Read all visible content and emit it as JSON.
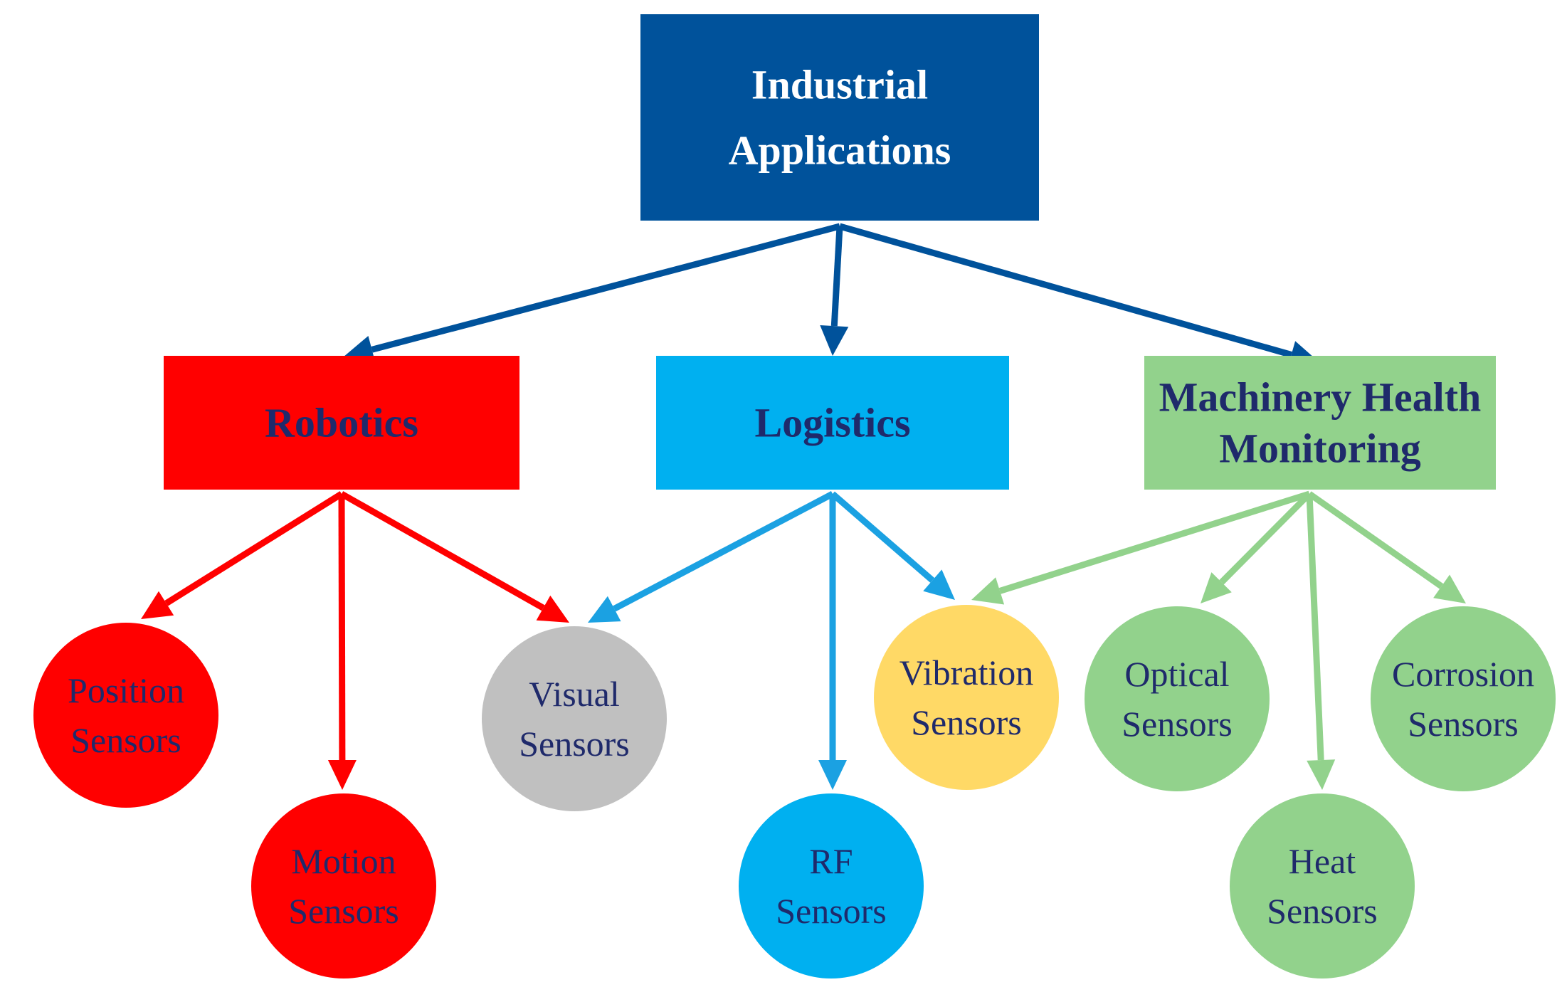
{
  "root": {
    "lines": [
      "Industrial",
      "Applications"
    ],
    "fill": "#00529B",
    "text_color": "#FFFFFF"
  },
  "categories": [
    {
      "id": "robotics",
      "lines": [
        "Robotics"
      ],
      "fill": "#FF0000",
      "arrow_color": "#FF0000",
      "text_color": "#1F2A6B"
    },
    {
      "id": "logistics",
      "lines": [
        "Logistics"
      ],
      "fill": "#00B0F0",
      "arrow_color": "#1BA1E2",
      "text_color": "#1F2A6B"
    },
    {
      "id": "machinery-health",
      "lines": [
        "Machinery Health",
        "Monitoring"
      ],
      "fill": "#92D28C",
      "arrow_color": "#92D28C",
      "text_color": "#1F2A6B"
    }
  ],
  "sensors": [
    {
      "id": "position",
      "lines": [
        "Position",
        "Sensors"
      ],
      "fill": "#FF0000",
      "text_color": "#1F2A6B"
    },
    {
      "id": "motion",
      "lines": [
        "Motion",
        "Sensors"
      ],
      "fill": "#FF0000",
      "text_color": "#1F2A6B"
    },
    {
      "id": "visual",
      "lines": [
        "Visual",
        "Sensors"
      ],
      "fill": "#C0C0C0",
      "text_color": "#1F2A6B"
    },
    {
      "id": "rf",
      "lines": [
        "RF",
        "Sensors"
      ],
      "fill": "#00B0F0",
      "text_color": "#1F2A6B"
    },
    {
      "id": "vibration",
      "lines": [
        "Vibration",
        "Sensors"
      ],
      "fill": "#FFD966",
      "text_color": "#1F2A6B"
    },
    {
      "id": "optical",
      "lines": [
        "Optical",
        "Sensors"
      ],
      "fill": "#92D28C",
      "text_color": "#1F2A6B"
    },
    {
      "id": "heat",
      "lines": [
        "Heat",
        "Sensors"
      ],
      "fill": "#92D28C",
      "text_color": "#1F2A6B"
    },
    {
      "id": "corrosion",
      "lines": [
        "Corrosion",
        "Sensors"
      ],
      "fill": "#92D28C",
      "text_color": "#1F2A6B"
    }
  ],
  "edges": [
    {
      "from": "root",
      "to": "robotics",
      "color": "#00529B"
    },
    {
      "from": "root",
      "to": "logistics",
      "color": "#00529B"
    },
    {
      "from": "root",
      "to": "machinery-health",
      "color": "#00529B"
    },
    {
      "from": "robotics",
      "to": "position",
      "color": "#FF0000"
    },
    {
      "from": "robotics",
      "to": "motion",
      "color": "#FF0000"
    },
    {
      "from": "robotics",
      "to": "visual",
      "color": "#FF0000"
    },
    {
      "from": "logistics",
      "to": "visual",
      "color": "#1BA1E2"
    },
    {
      "from": "logistics",
      "to": "rf",
      "color": "#1BA1E2"
    },
    {
      "from": "logistics",
      "to": "vibration",
      "color": "#1BA1E2"
    },
    {
      "from": "machinery-health",
      "to": "vibration",
      "color": "#92D28C"
    },
    {
      "from": "machinery-health",
      "to": "optical",
      "color": "#92D28C"
    },
    {
      "from": "machinery-health",
      "to": "heat",
      "color": "#92D28C"
    },
    {
      "from": "machinery-health",
      "to": "corrosion",
      "color": "#92D28C"
    }
  ]
}
